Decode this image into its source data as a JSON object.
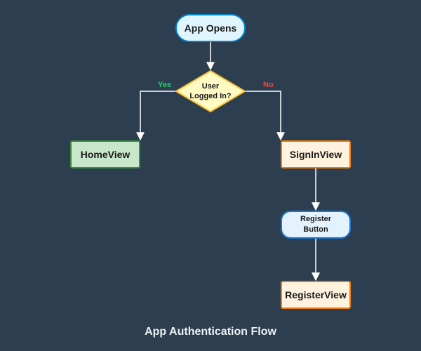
{
  "title": "App Authentication Flow",
  "nodes": {
    "app_opens": "App Opens",
    "user_logged_in": "User\nLogged In?",
    "home_view": "HomeView",
    "sign_in_view": "SignInView",
    "register_button": "Register\nButton",
    "register_view": "RegisterView"
  },
  "edges": {
    "yes_label": "Yes",
    "no_label": "No"
  },
  "colors": {
    "background": "#2c3e50",
    "edge": "#ffffff",
    "yes": "#2ecc71",
    "no": "#e74c3c",
    "decision_fill": "#fff9c4",
    "decision_stroke": "#fbc02d"
  }
}
